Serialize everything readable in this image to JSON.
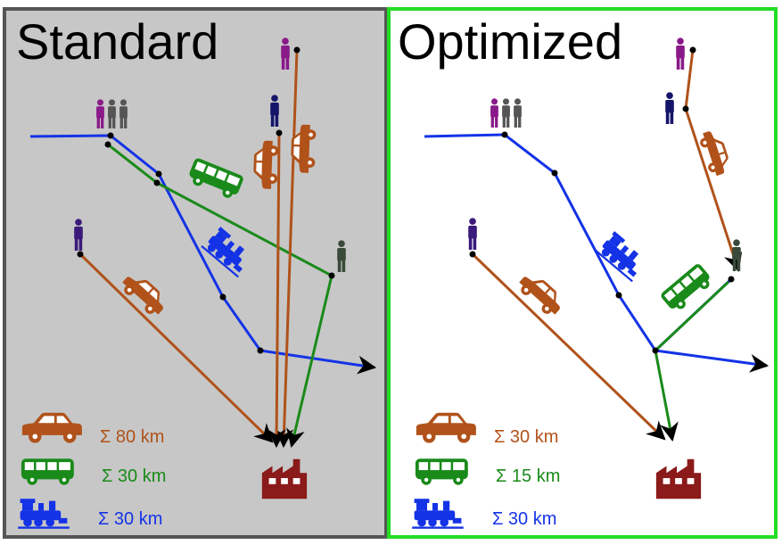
{
  "panels": {
    "standard": {
      "title": "Standard",
      "car_total": "Σ 80 km",
      "bus_total": "Σ 30 km",
      "train_total": "Σ 30 km"
    },
    "optimized": {
      "title": "Optimized",
      "car_total": "Σ 30 km",
      "bus_total": "Σ 15 km",
      "train_total": "Σ 30 km"
    }
  },
  "colors": {
    "car": "#b0521a",
    "bus": "#1a8a1a",
    "train": "#1433e6",
    "factory": "#8b1a1a",
    "standard_bg": "#c7c7c7",
    "standard_border": "#555555",
    "optimized_border": "#22dd22",
    "person_purple": "#8a1a8a",
    "person_navy": "#15156b",
    "person_indigo": "#3a1a7a",
    "person_gray": "#555555",
    "person_darkgreen": "#3a4a3a"
  },
  "icons": [
    "person-icon",
    "car-icon",
    "bus-icon",
    "train-icon",
    "factory-icon"
  ]
}
